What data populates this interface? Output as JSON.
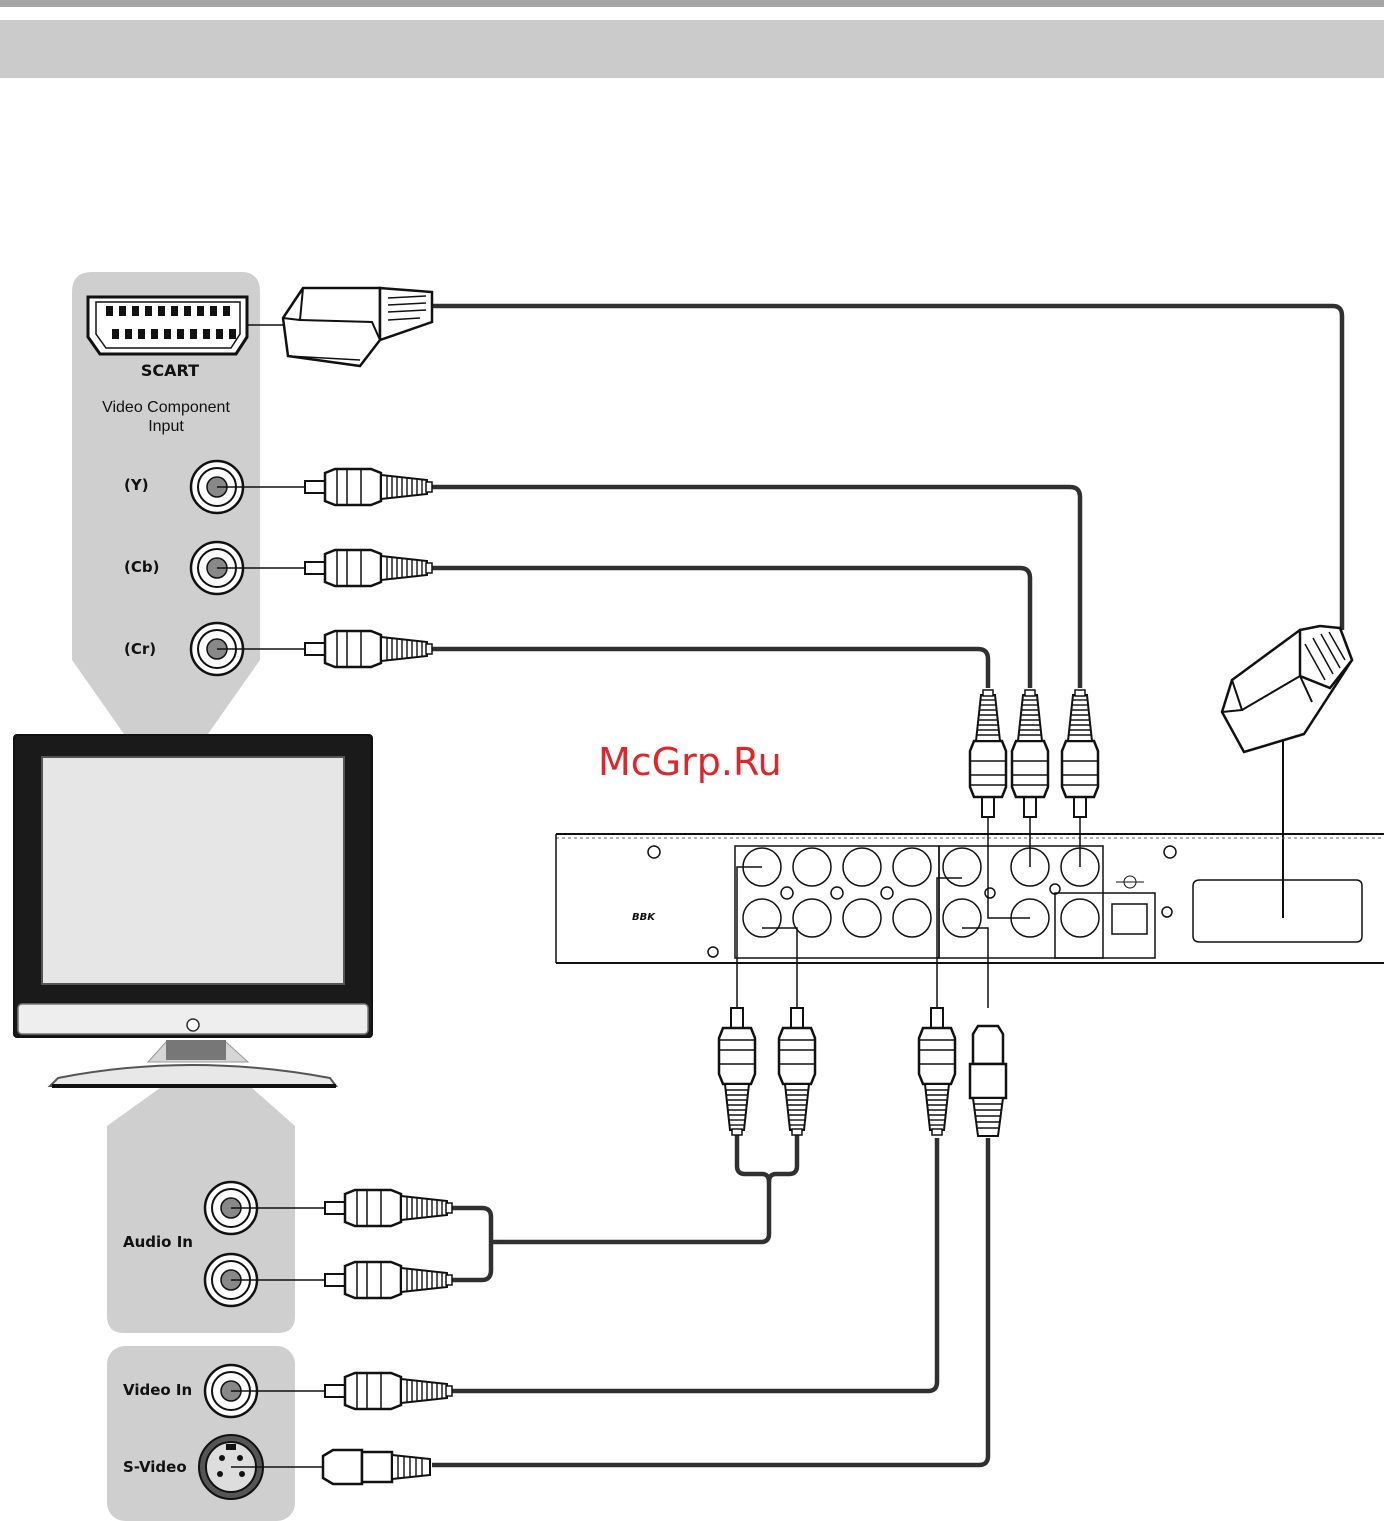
{
  "colors": {
    "panel": "#cfcfcf",
    "cable": "#303030",
    "watermark": "#e0262b",
    "jack": "#888888"
  },
  "tv_panel": {
    "scart_label": "SCART",
    "component_title_line1": "Video Component",
    "component_title_line2": "Input",
    "y_label": "(Y)",
    "cb_label": "(Cb)",
    "cr_label": "(Cr)",
    "audio_label": "Audio In",
    "video_label": "Video In",
    "svideo_label": "S-Video"
  },
  "watermark": "McGrp.Ru",
  "player": {
    "brand": "BBK"
  },
  "icons": [
    "scart-socket-icon",
    "scart-plug-icon",
    "rca-plug-icon",
    "rca-jack-icon",
    "svideo-jack-icon",
    "tv-monitor-icon"
  ]
}
